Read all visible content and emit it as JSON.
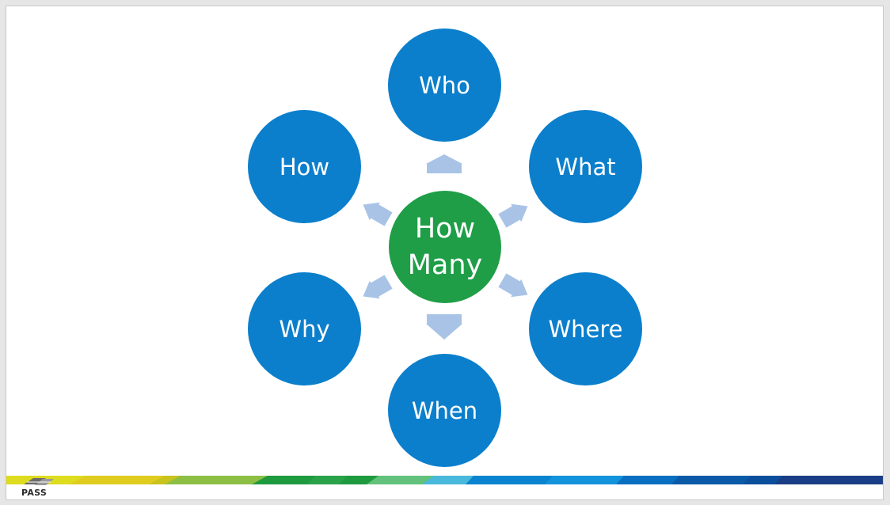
{
  "diagram": {
    "center": {
      "lines": [
        "How",
        "Many"
      ],
      "color": "#1f9e47"
    },
    "nodes": [
      {
        "id": "who",
        "label": "Who"
      },
      {
        "id": "what",
        "label": "What"
      },
      {
        "id": "where",
        "label": "Where"
      },
      {
        "id": "when",
        "label": "When"
      },
      {
        "id": "why",
        "label": "Why"
      },
      {
        "id": "how",
        "label": "How"
      }
    ],
    "node_color": "#0b7fcc",
    "arrow_color": "#a8c3e6"
  },
  "footer": {
    "logo_text": "PASS",
    "band_colors": [
      "#dedc1e",
      "#e0cc1e",
      "#8cbf44",
      "#1e9a3f",
      "#62c27b",
      "#48b8db",
      "#0a84d0",
      "#0a5aa8",
      "#1a3e86"
    ]
  }
}
